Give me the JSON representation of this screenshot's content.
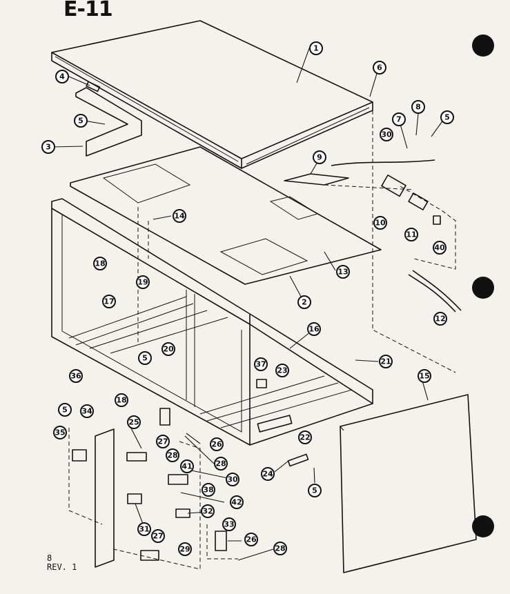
{
  "page": {
    "code": "E-11",
    "footer_line1": "8",
    "footer_line2": "REV. 1"
  },
  "callouts": [
    {
      "label": "1"
    },
    {
      "label": "4"
    },
    {
      "label": "6"
    },
    {
      "label": "5"
    },
    {
      "label": "8"
    },
    {
      "label": "7"
    },
    {
      "label": "5"
    },
    {
      "label": "30"
    },
    {
      "label": "3"
    },
    {
      "label": "9"
    },
    {
      "label": "10"
    },
    {
      "label": "11"
    },
    {
      "label": "40"
    },
    {
      "label": "14"
    },
    {
      "label": "13"
    },
    {
      "label": "18"
    },
    {
      "label": "19"
    },
    {
      "label": "17"
    },
    {
      "label": "2"
    },
    {
      "label": "12"
    },
    {
      "label": "20"
    },
    {
      "label": "16"
    },
    {
      "label": "5"
    },
    {
      "label": "21"
    },
    {
      "label": "36"
    },
    {
      "label": "37"
    },
    {
      "label": "23"
    },
    {
      "label": "15"
    },
    {
      "label": "18"
    },
    {
      "label": "5"
    },
    {
      "label": "34"
    },
    {
      "label": "25"
    },
    {
      "label": "26"
    },
    {
      "label": "35"
    },
    {
      "label": "27"
    },
    {
      "label": "28"
    },
    {
      "label": "22"
    },
    {
      "label": "28"
    },
    {
      "label": "41"
    },
    {
      "label": "24"
    },
    {
      "label": "30"
    },
    {
      "label": "38"
    },
    {
      "label": "42"
    },
    {
      "label": "5"
    },
    {
      "label": "32"
    },
    {
      "label": "31"
    },
    {
      "label": "33"
    },
    {
      "label": "26"
    },
    {
      "label": "27"
    },
    {
      "label": "29"
    },
    {
      "label": "28"
    }
  ]
}
